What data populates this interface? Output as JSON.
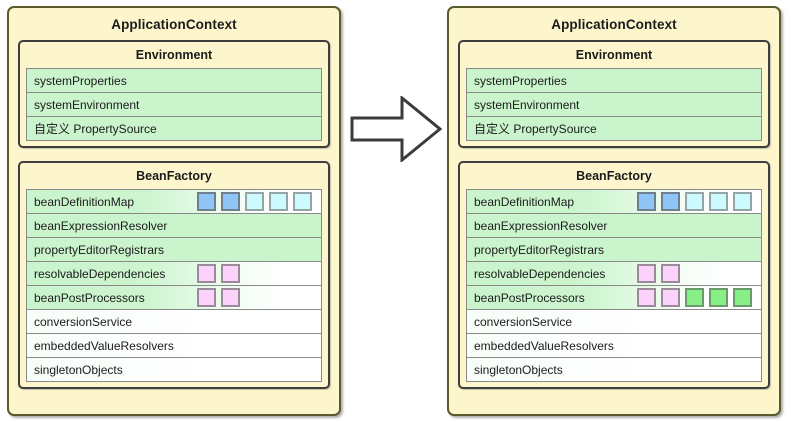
{
  "diagram": {
    "title_semantics": "spring-application-context-before-after",
    "arrow": {
      "name": "transition-arrow",
      "direction": "right"
    },
    "colors": {
      "panel_fill": "#fdf6cd",
      "panel_border": "#5a5a2a",
      "group_border": "#3d3d3d",
      "row_green": "#c9f4cc",
      "row_white": "#ffffff",
      "chip_blue": "#8fc4f7",
      "chip_cyan": "#ccfaff",
      "chip_pink": "#fbd2fb",
      "chip_green": "#86ef86",
      "text": "#1b1b1b"
    }
  },
  "panels": [
    {
      "id": "before",
      "title": "ApplicationContext",
      "groups": [
        {
          "id": "environment",
          "title": "Environment",
          "rows": [
            {
              "label": "systemProperties",
              "style": "green",
              "chips": []
            },
            {
              "label": "systemEnvironment",
              "style": "green",
              "chips": []
            },
            {
              "label": "自定义 PropertySource",
              "style": "green",
              "chips": []
            }
          ]
        },
        {
          "id": "beanfactory",
          "title": "BeanFactory",
          "rows": [
            {
              "label": "beanDefinitionMap",
              "style": "fade",
              "chips": [
                "blue",
                "blue",
                "cyan",
                "cyan",
                "cyan"
              ]
            },
            {
              "label": "beanExpressionResolver",
              "style": "green",
              "chips": []
            },
            {
              "label": "propertyEditorRegistrars",
              "style": "green",
              "chips": []
            },
            {
              "label": "resolvableDependencies",
              "style": "fade",
              "chips": [
                "pink",
                "pink"
              ]
            },
            {
              "label": "beanPostProcessors",
              "style": "fade",
              "chips": [
                "pink",
                "pink"
              ]
            },
            {
              "label": "conversionService",
              "style": "fadeplain",
              "chips": []
            },
            {
              "label": "embeddedValueResolvers",
              "style": "fadeplain",
              "chips": []
            },
            {
              "label": "singletonObjects",
              "style": "fadeplain",
              "chips": []
            }
          ]
        }
      ]
    },
    {
      "id": "after",
      "title": "ApplicationContext",
      "groups": [
        {
          "id": "environment",
          "title": "Environment",
          "rows": [
            {
              "label": "systemProperties",
              "style": "green",
              "chips": []
            },
            {
              "label": "systemEnvironment",
              "style": "green",
              "chips": []
            },
            {
              "label": "自定义 PropertySource",
              "style": "green",
              "chips": []
            }
          ]
        },
        {
          "id": "beanfactory",
          "title": "BeanFactory",
          "rows": [
            {
              "label": "beanDefinitionMap",
              "style": "fade",
              "chips": [
                "blue",
                "blue",
                "cyan",
                "cyan",
                "cyan"
              ]
            },
            {
              "label": "beanExpressionResolver",
              "style": "green",
              "chips": []
            },
            {
              "label": "propertyEditorRegistrars",
              "style": "green",
              "chips": []
            },
            {
              "label": "resolvableDependencies",
              "style": "fade",
              "chips": [
                "pink",
                "pink"
              ]
            },
            {
              "label": "beanPostProcessors",
              "style": "fade",
              "chips": [
                "pink",
                "pink",
                "green",
                "green",
                "green"
              ]
            },
            {
              "label": "conversionService",
              "style": "fadeplain",
              "chips": []
            },
            {
              "label": "embeddedValueResolvers",
              "style": "fadeplain",
              "chips": []
            },
            {
              "label": "singletonObjects",
              "style": "fadeplain",
              "chips": []
            }
          ]
        }
      ]
    }
  ]
}
